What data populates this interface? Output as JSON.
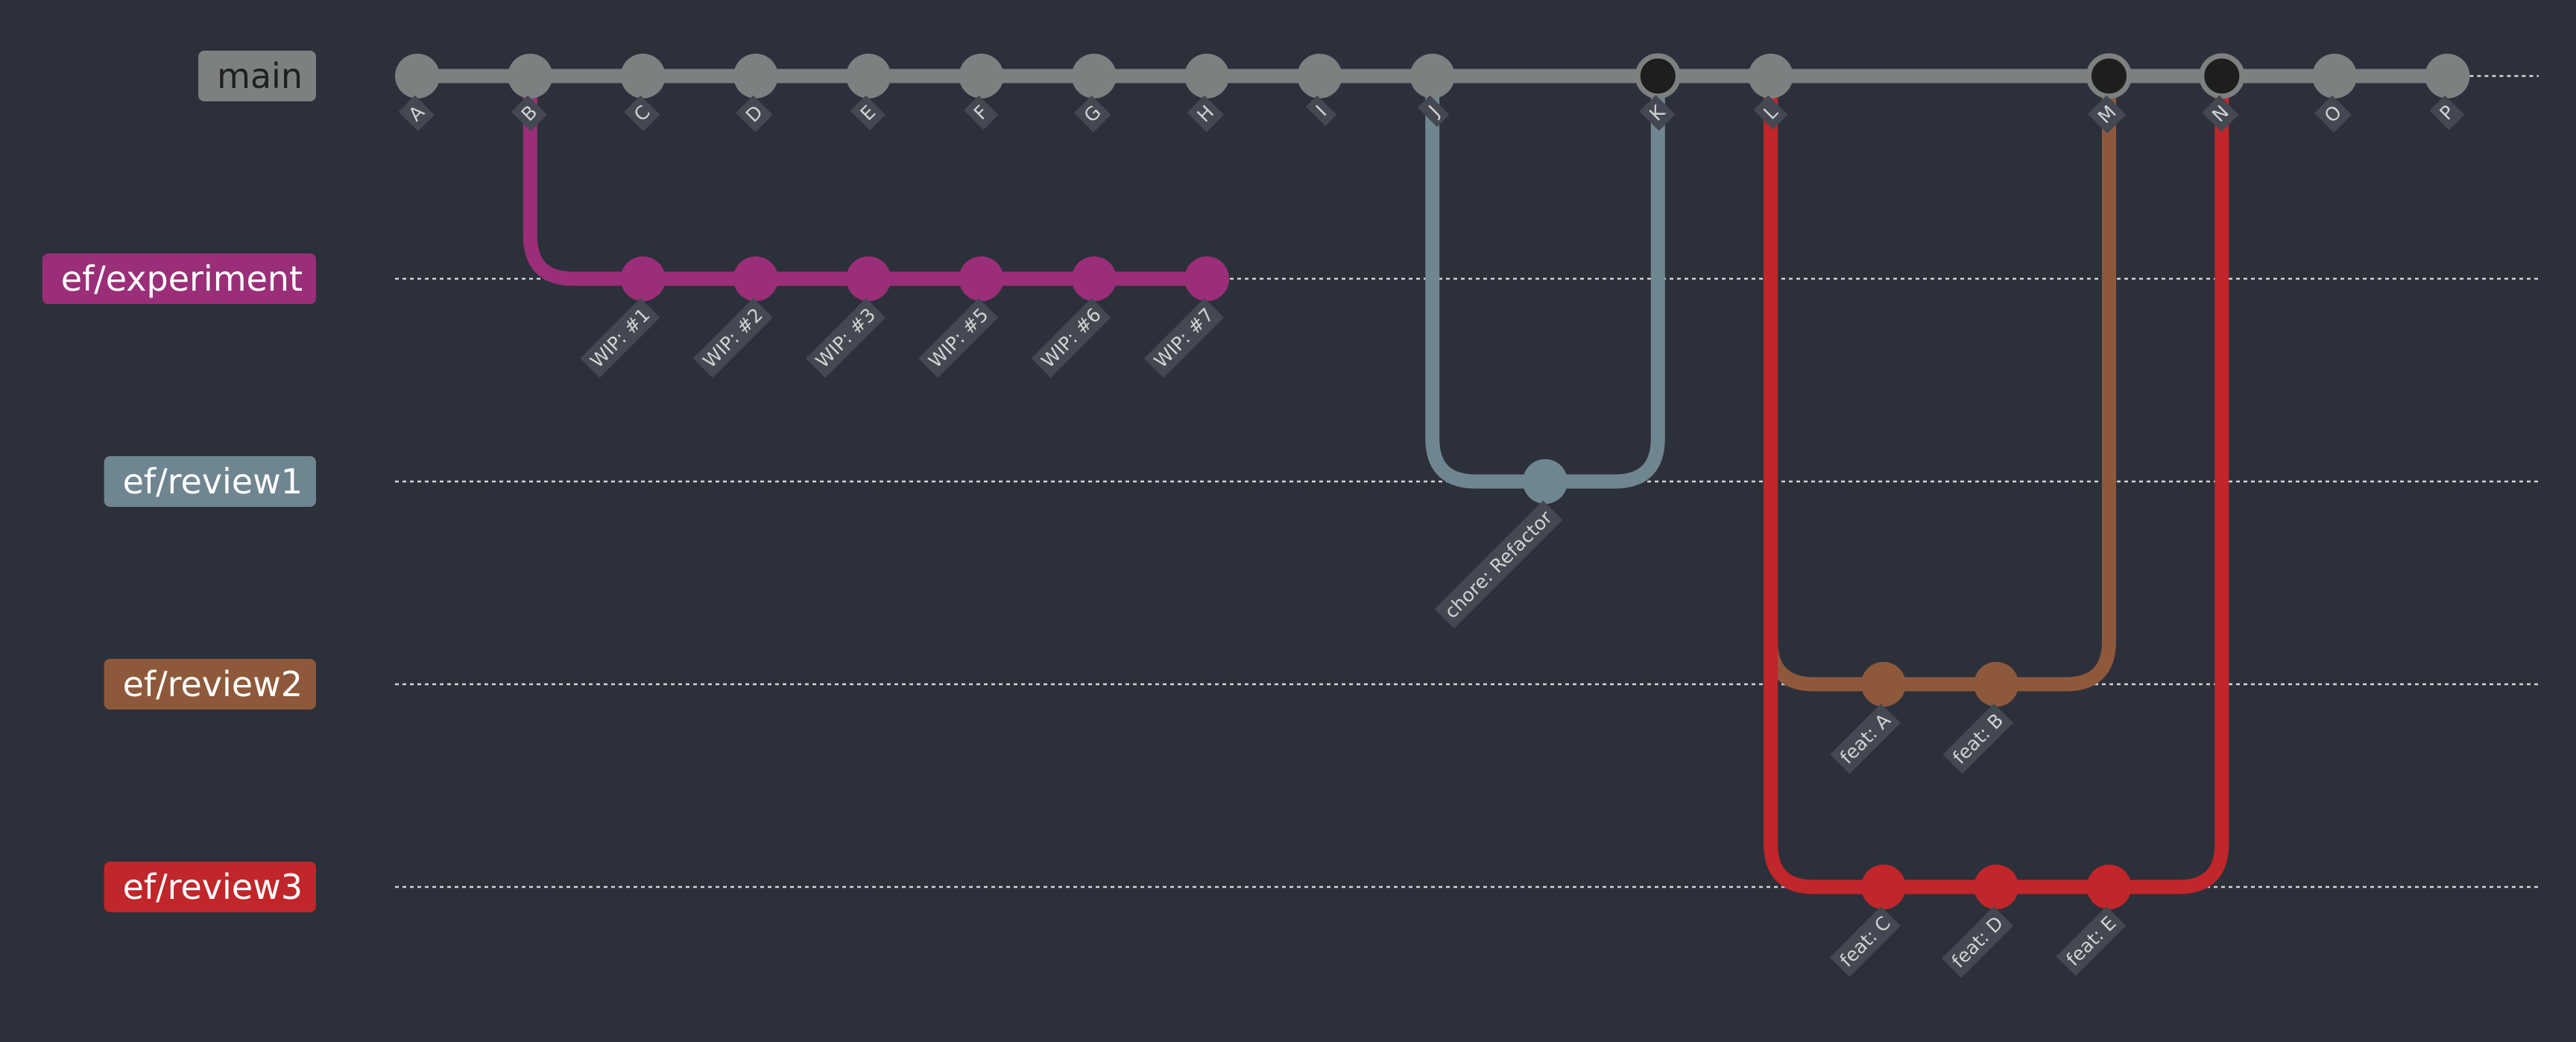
{
  "colors": {
    "background": "#2c303a",
    "grid_line": "#e6e6e6",
    "commit_label_bg": "#444852",
    "commit_label_text": "#d2d2d2",
    "merge_commit_fill": "#1e1e1e"
  },
  "branches": [
    {
      "name": "main",
      "color": "#7d8080",
      "label_text_color": "#1f1f1f"
    },
    {
      "name": "ef/experiment",
      "color": "#9b2e78",
      "label_text_color": "#ffffff"
    },
    {
      "name": "ef/review1",
      "color": "#6f8590",
      "label_text_color": "#ffffff"
    },
    {
      "name": "ef/review2",
      "color": "#8e593b",
      "label_text_color": "#ffffff"
    },
    {
      "name": "ef/review3",
      "color": "#c0262a",
      "label_text_color": "#ffffff"
    }
  ],
  "commits": [
    {
      "id": "A",
      "branch": 0,
      "col": 0,
      "label": "A"
    },
    {
      "id": "B",
      "branch": 0,
      "col": 1,
      "label": "B"
    },
    {
      "id": "X1",
      "branch": 1,
      "col": 2,
      "label": "WIP: #1"
    },
    {
      "id": "C",
      "branch": 0,
      "col": 2,
      "label": "C"
    },
    {
      "id": "X2",
      "branch": 1,
      "col": 3,
      "label": "WIP: #2"
    },
    {
      "id": "D",
      "branch": 0,
      "col": 3,
      "label": "D"
    },
    {
      "id": "X3",
      "branch": 1,
      "col": 4,
      "label": "WIP: #3"
    },
    {
      "id": "E",
      "branch": 0,
      "col": 4,
      "label": "E"
    },
    {
      "id": "X5",
      "branch": 1,
      "col": 5,
      "label": "WIP: #5"
    },
    {
      "id": "F",
      "branch": 0,
      "col": 5,
      "label": "F"
    },
    {
      "id": "X6",
      "branch": 1,
      "col": 6,
      "label": "WIP: #6"
    },
    {
      "id": "G",
      "branch": 0,
      "col": 6,
      "label": "G"
    },
    {
      "id": "X7",
      "branch": 1,
      "col": 7,
      "label": "WIP: #7"
    },
    {
      "id": "H",
      "branch": 0,
      "col": 7,
      "label": "H"
    },
    {
      "id": "I",
      "branch": 0,
      "col": 8,
      "label": "I"
    },
    {
      "id": "J",
      "branch": 0,
      "col": 9,
      "label": "J"
    },
    {
      "id": "R1",
      "branch": 2,
      "col": 10,
      "label": "chore: Refactor"
    },
    {
      "id": "K",
      "branch": 0,
      "col": 11,
      "label": "K",
      "merge": true
    },
    {
      "id": "L",
      "branch": 0,
      "col": 12,
      "label": "L"
    },
    {
      "id": "FA",
      "branch": 3,
      "col": 13,
      "label": "feat: A"
    },
    {
      "id": "FC",
      "branch": 4,
      "col": 13,
      "label": "feat: C"
    },
    {
      "id": "FB",
      "branch": 3,
      "col": 14,
      "label": "feat: B"
    },
    {
      "id": "FD",
      "branch": 4,
      "col": 14,
      "label": "feat: D"
    },
    {
      "id": "M",
      "branch": 0,
      "col": 15,
      "label": "M",
      "merge": true
    },
    {
      "id": "FE",
      "branch": 4,
      "col": 15,
      "label": "feat: E"
    },
    {
      "id": "N",
      "branch": 0,
      "col": 16,
      "label": "N",
      "merge": true
    },
    {
      "id": "O",
      "branch": 0,
      "col": 17,
      "label": "O"
    },
    {
      "id": "P",
      "branch": 0,
      "col": 18,
      "label": "P"
    }
  ],
  "edges": [
    {
      "from": "B",
      "to": "X1",
      "branch": 1
    },
    {
      "from": "J",
      "to": "R1",
      "branch": 2
    },
    {
      "from": "R1",
      "to": "K",
      "branch": 2
    },
    {
      "from": "L",
      "to": "FA",
      "branch": 3
    },
    {
      "from": "FB",
      "to": "M",
      "branch": 3
    },
    {
      "from": "L",
      "to": "FC",
      "branch": 4
    },
    {
      "from": "FE",
      "to": "N",
      "branch": 4
    }
  ]
}
